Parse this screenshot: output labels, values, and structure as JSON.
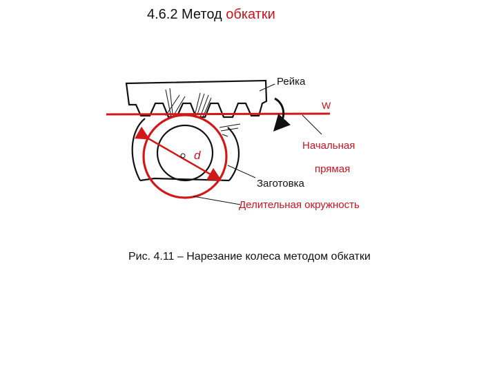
{
  "slide": {
    "title_prefix": "4.6.2 Метод",
    "title_accent": "обкатки",
    "accent_color": "#c8141e"
  },
  "diagram": {
    "labels": {
      "rack": "Рейка",
      "w": "W",
      "pitch_line_1": "Начальная",
      "pitch_line_2": "прямая",
      "blank": "Заготовка",
      "pitch_circle": "Делительная окружность",
      "diameter": "d"
    },
    "icons": [
      "rotation-arrow-icon",
      "diameter-arrow-icon"
    ]
  },
  "caption": "Рис. 4.11 – Нарезание колеса методом обкатки"
}
